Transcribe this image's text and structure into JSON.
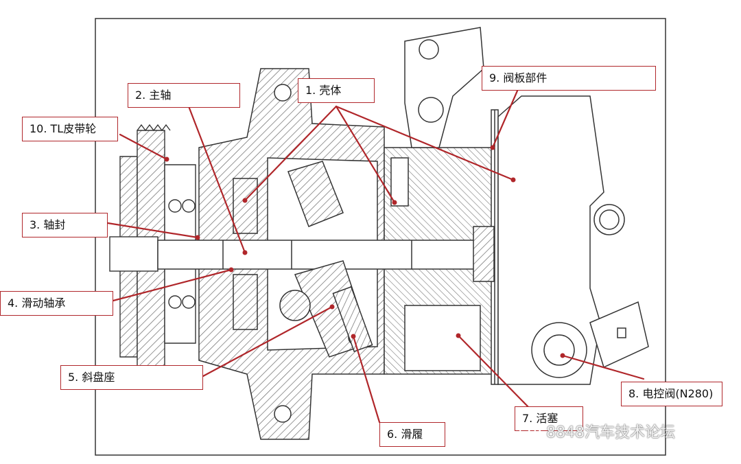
{
  "labels": {
    "l1": "1. 壳体",
    "l2": "2. 主轴",
    "l3": "3. 轴封",
    "l4": "4. 滑动轴承",
    "l5": "5. 斜盘座",
    "l6": "6. 滑履",
    "l7": "7. 活塞",
    "l8": "8. 电控阀(N280)",
    "l9": "9. 阀板部件",
    "l10": "10. TL皮带轮"
  },
  "watermark": "8848汽车技术论坛",
  "colors": {
    "callout": "#b0262a",
    "line": "#333333",
    "hatch": "#6a6a6a"
  }
}
